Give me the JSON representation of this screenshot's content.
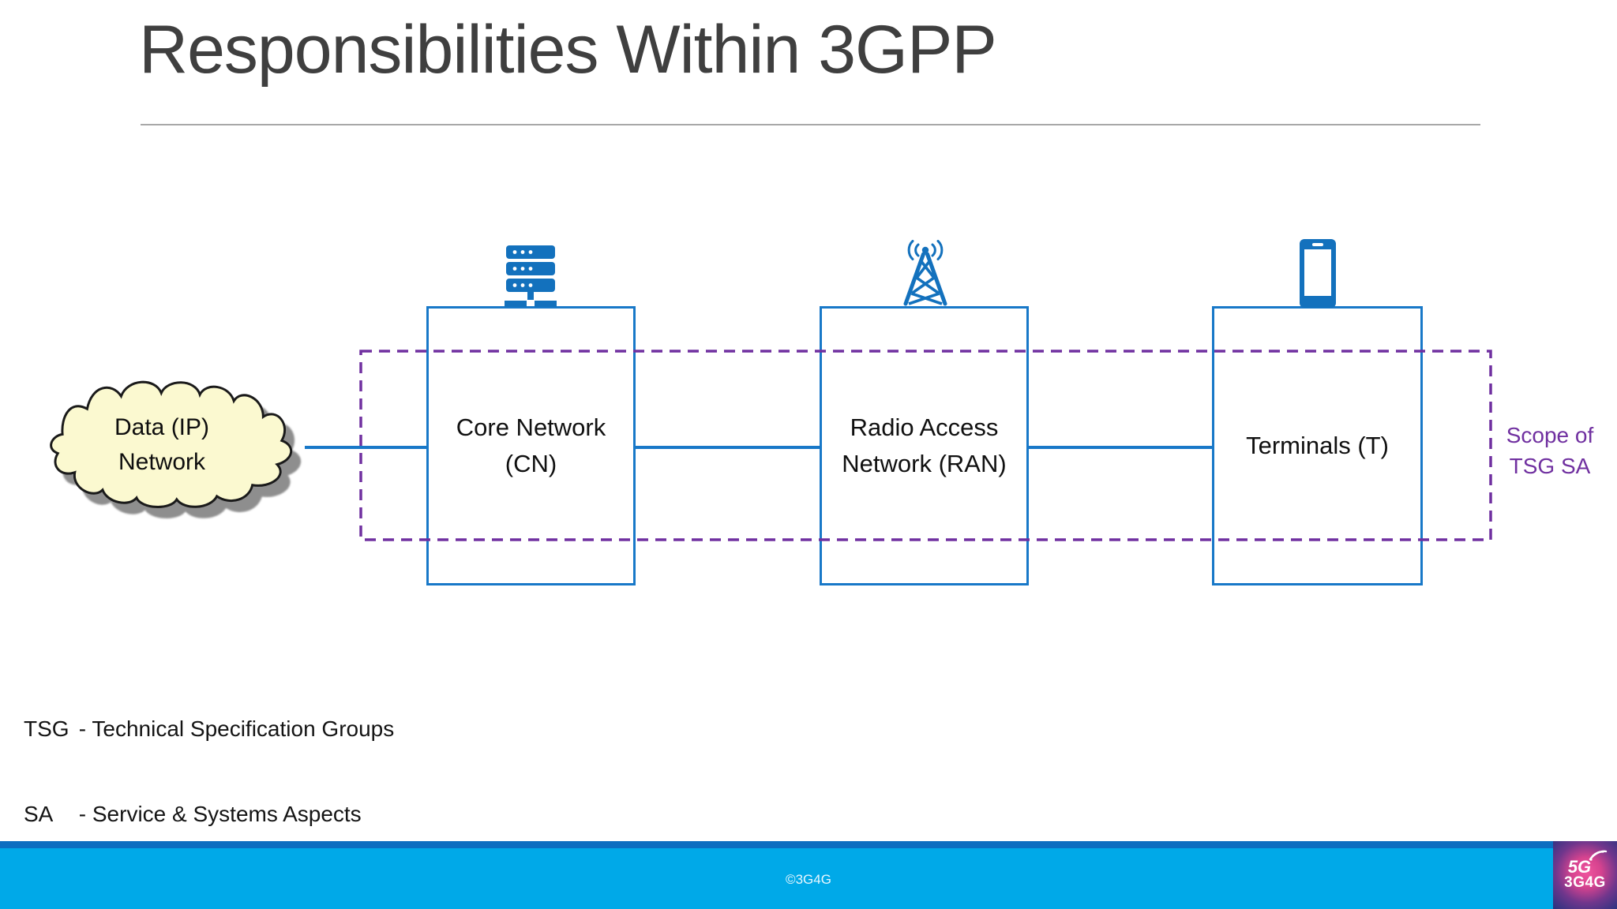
{
  "slide": {
    "title": "Responsibilities Within 3GPP",
    "footer": {
      "copyright": "©3G4G"
    },
    "logo": {
      "line1": "5G",
      "line2": "3G4G"
    },
    "colors": {
      "box_border_blue": "#1878C8",
      "icon_blue": "#1371BD",
      "scope_purple": "#7030A0",
      "cloud_fill": "#FBF9D0",
      "footer_bar_cyan": "#00A9E8",
      "footer_strip_blue": "#0D6EC0",
      "title_gray": "#3F3F3F"
    }
  },
  "diagram": {
    "cloud": {
      "label": "Data (IP) Network"
    },
    "boxes": [
      {
        "id": "cn",
        "label": "Core Network (CN)",
        "icon": "server-icon"
      },
      {
        "id": "ran",
        "label": "Radio Access Network (RAN)",
        "icon": "radio-tower-icon"
      },
      {
        "id": "t",
        "label": "Terminals (T)",
        "icon": "mobile-phone-icon"
      }
    ],
    "scope_label": "Scope of TSG SA"
  },
  "legend": [
    {
      "term": "TSG",
      "definition": "- Technical Specification Groups"
    },
    {
      "term": "SA",
      "definition": "- Service & Systems Aspects"
    }
  ]
}
